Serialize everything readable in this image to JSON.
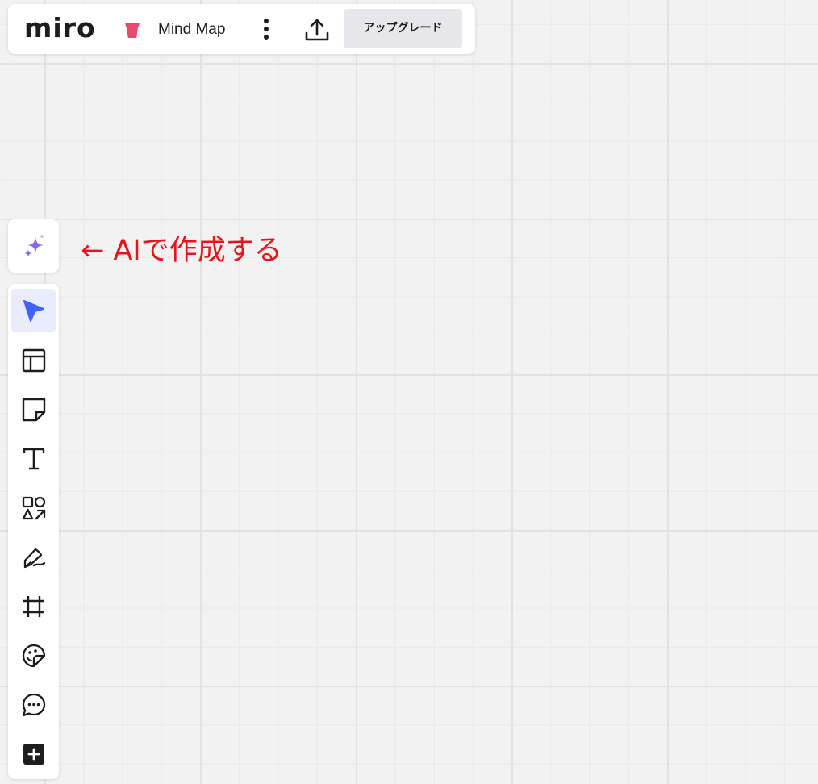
{
  "topbar": {
    "logo": "miro",
    "board_name": "Mind Map",
    "upgrade_label": "アップグレード",
    "board_icon": "board-cup-icon",
    "more_icon": "vertical-dots-icon",
    "share_icon": "export-upload-icon"
  },
  "ai": {
    "icon": "ai-sparkle-icon",
    "annotation": "←  AIで作成する",
    "annotation_color": "#e8141b",
    "icon_color": "#8b62f5"
  },
  "toolbar": {
    "items": [
      {
        "name": "select",
        "icon": "cursor-arrow-icon",
        "active": true
      },
      {
        "name": "templates",
        "icon": "layout-template-icon",
        "active": false
      },
      {
        "name": "sticky-note",
        "icon": "sticky-note-icon",
        "active": false
      },
      {
        "name": "text",
        "icon": "text-icon",
        "active": false
      },
      {
        "name": "shapes",
        "icon": "shapes-lines-icon",
        "active": false
      },
      {
        "name": "pen",
        "icon": "pen-icon",
        "active": false
      },
      {
        "name": "frame",
        "icon": "frame-icon",
        "active": false
      },
      {
        "name": "stickers",
        "icon": "sticker-icon",
        "active": false
      },
      {
        "name": "comment",
        "icon": "comment-icon",
        "active": false
      },
      {
        "name": "more-tools",
        "icon": "plus-square-icon",
        "active": false
      }
    ]
  },
  "colors": {
    "canvas": "#f2f2f2",
    "grid": "#e8e8e8",
    "active_tool_bg": "#e9ebff",
    "active_tool_icon": "#4262ff",
    "board_icon": "#e5496b",
    "upgrade_bg": "#e6e6eb"
  }
}
